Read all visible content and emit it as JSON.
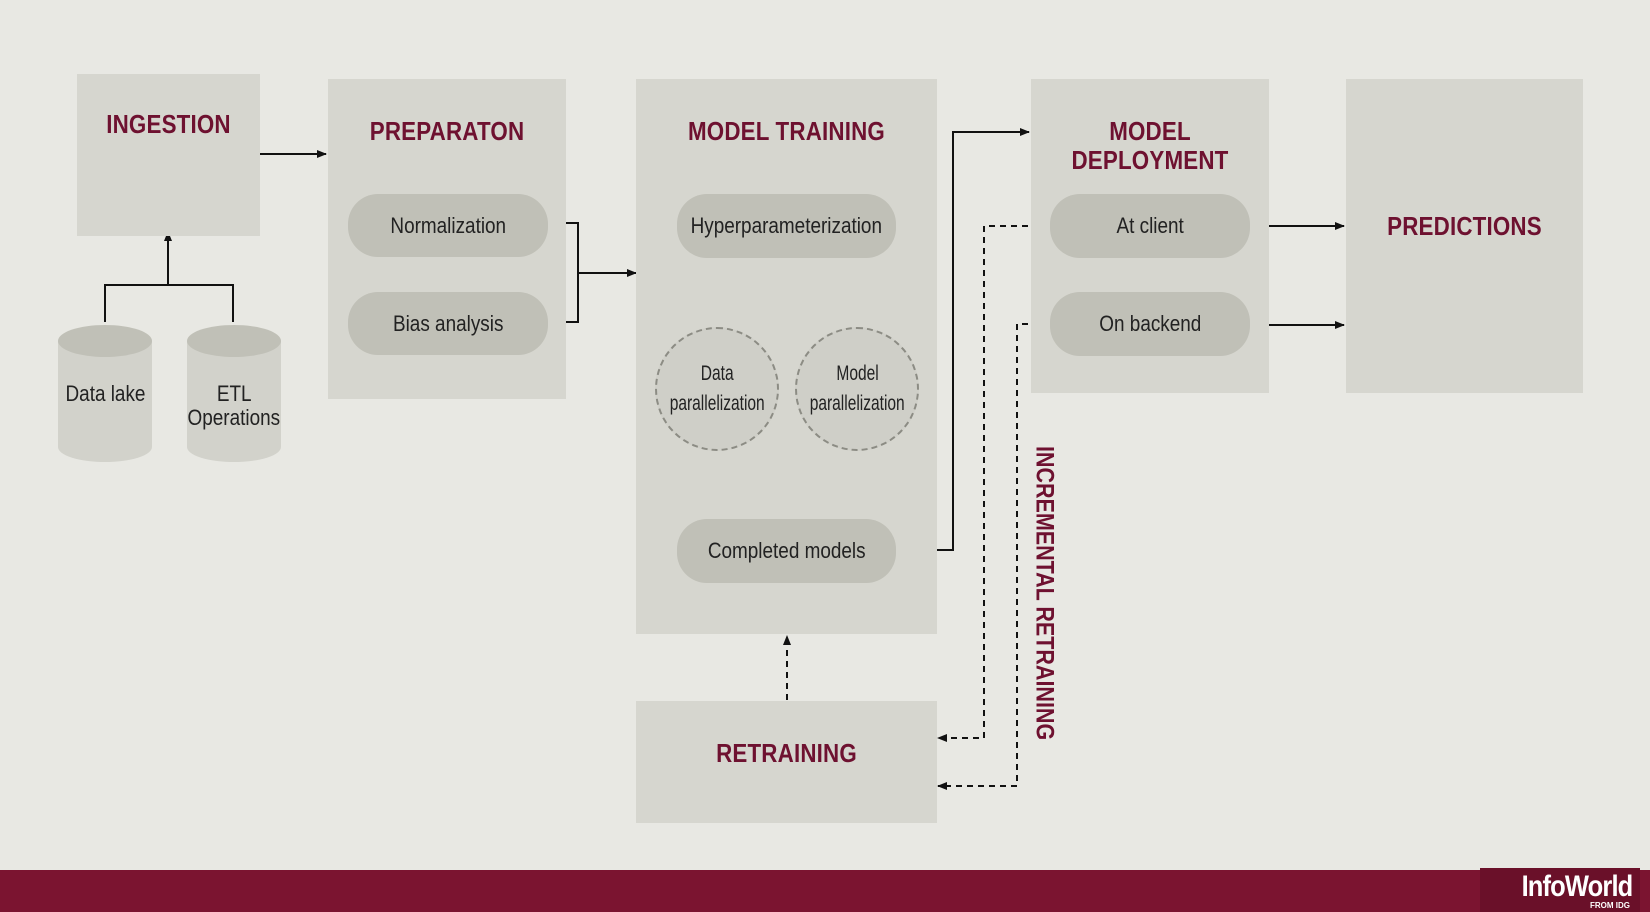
{
  "stages": {
    "ingestion": "INGESTION",
    "preparation": "PREPARATON",
    "model_training": "MODEL TRAINING",
    "model_deployment_line1": "MODEL",
    "model_deployment_line2": "DEPLOYMENT",
    "predictions": "PREDICTIONS",
    "retraining": "RETRAINING"
  },
  "sources": {
    "data_lake": "Data lake",
    "etl_line1": "ETL",
    "etl_line2": "Operations"
  },
  "preparation_steps": {
    "normalization": "Normalization",
    "bias_analysis": "Bias analysis"
  },
  "training_steps": {
    "hyperparameterization": "Hyperparameterization",
    "data_par_line1": "Data",
    "data_par_line2": "parallelization",
    "model_par_line1": "Model",
    "model_par_line2": "parallelization",
    "completed_models": "Completed models"
  },
  "deployment_targets": {
    "at_client": "At client",
    "on_backend": "On backend"
  },
  "incremental_label": "INCREMENTAL RETRAINING",
  "brand": {
    "name": "InfoWorld",
    "tagline": "FROM IDG"
  },
  "colors": {
    "background": "#e8e8e3",
    "panel": "#d6d6cf",
    "pill": "#c0c0b7",
    "title": "#6e1130",
    "footer": "#7b1430"
  }
}
